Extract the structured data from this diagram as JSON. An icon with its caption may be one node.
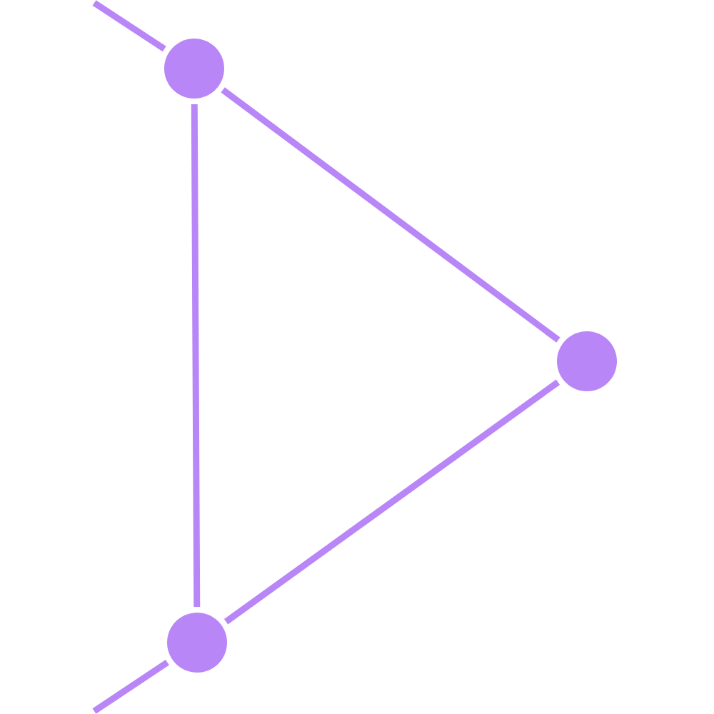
{
  "diagram": {
    "nodes": [
      {
        "text": [],
        "shape": "circle"
      },
      {
        "text": [],
        "shape": "circle"
      },
      {
        "text": [],
        "shape": "circle"
      }
    ],
    "edges": [
      {
        "from": null,
        "to": 0,
        "arrow": "none"
      },
      {
        "from": 0,
        "to": 1,
        "arrow": "none"
      },
      {
        "from": 0,
        "to": 2,
        "arrow": "none"
      },
      {
        "from": 1,
        "to": 2,
        "arrow": "none"
      },
      {
        "from": null,
        "to": 2,
        "arrow": "none"
      }
    ]
  }
}
